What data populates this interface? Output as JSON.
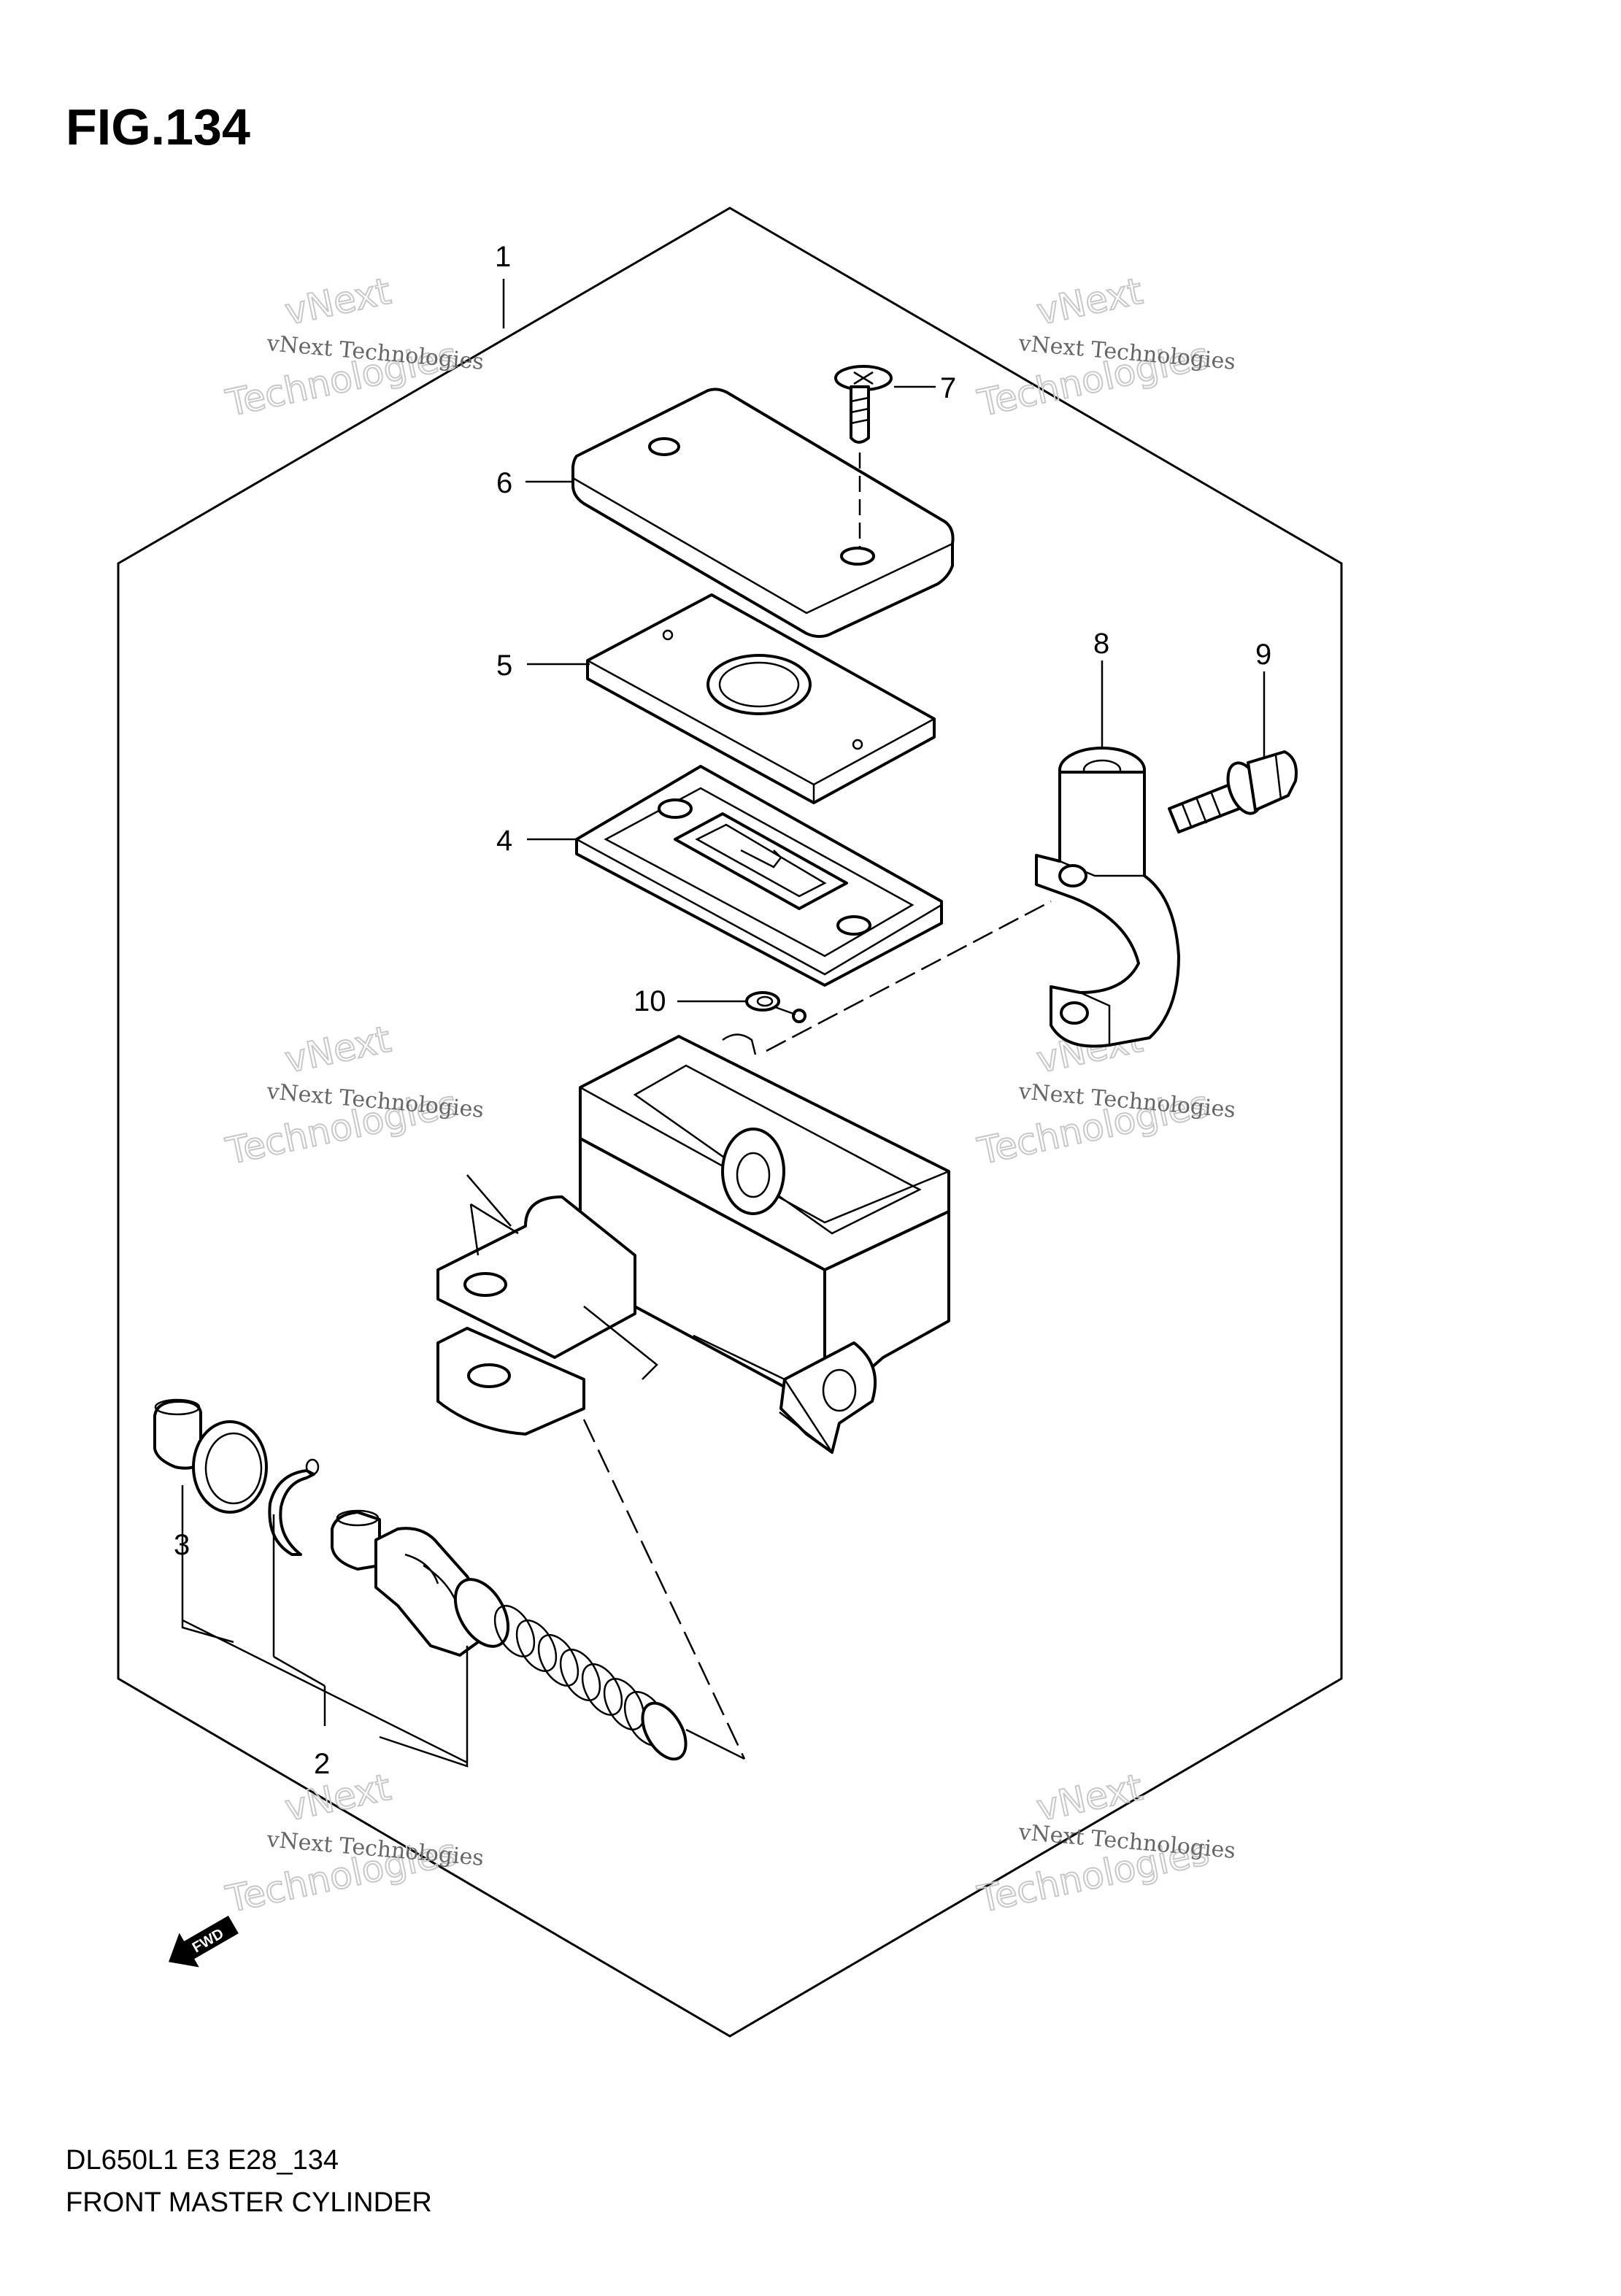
{
  "figure_label": "FIG.134",
  "callouts": [
    "1",
    "2",
    "3",
    "4",
    "5",
    "6",
    "7",
    "8",
    "9",
    "10"
  ],
  "watermark": {
    "small": "vNext Technologies",
    "large_top": "vNext",
    "large_bottom": "Technologies"
  },
  "direction_marker": "FWD",
  "footer": {
    "model_code": "DL650L1 E3 E28_134",
    "section_name": "FRONT MASTER CYLINDER"
  }
}
